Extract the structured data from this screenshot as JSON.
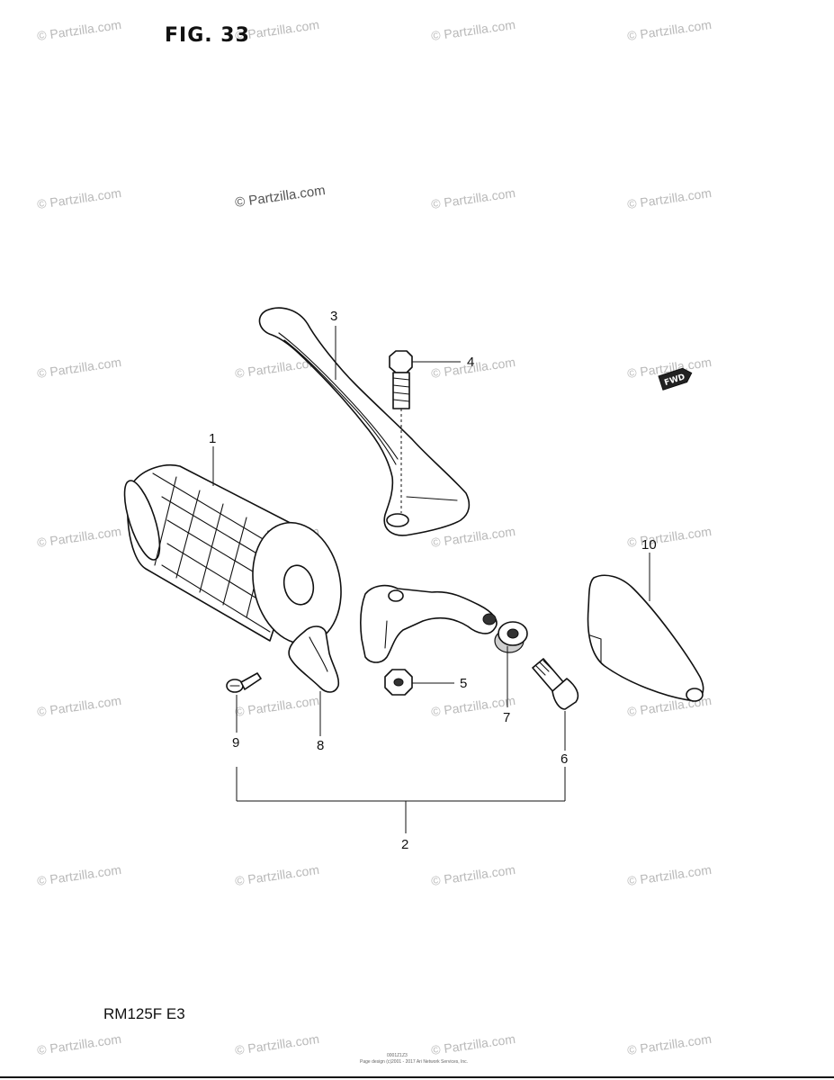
{
  "figure": {
    "title": "FIG. 33",
    "model": "RM125F  E3"
  },
  "watermark": {
    "text": "© Partzilla.com",
    "prominent_text": "© Partzilla.com"
  },
  "fwd_badge": {
    "text": "FWD"
  },
  "callouts": [
    "1",
    "2",
    "3",
    "4",
    "5",
    "6",
    "7",
    "8",
    "9",
    "10"
  ],
  "footer": {
    "code": "0001Z1Z3",
    "copyright": "Page design (c)2001 - 2017 Ari Network Services, Inc."
  },
  "colors": {
    "background": "#ffffff",
    "linework": "#111111",
    "watermark": "#b9b9b9"
  }
}
